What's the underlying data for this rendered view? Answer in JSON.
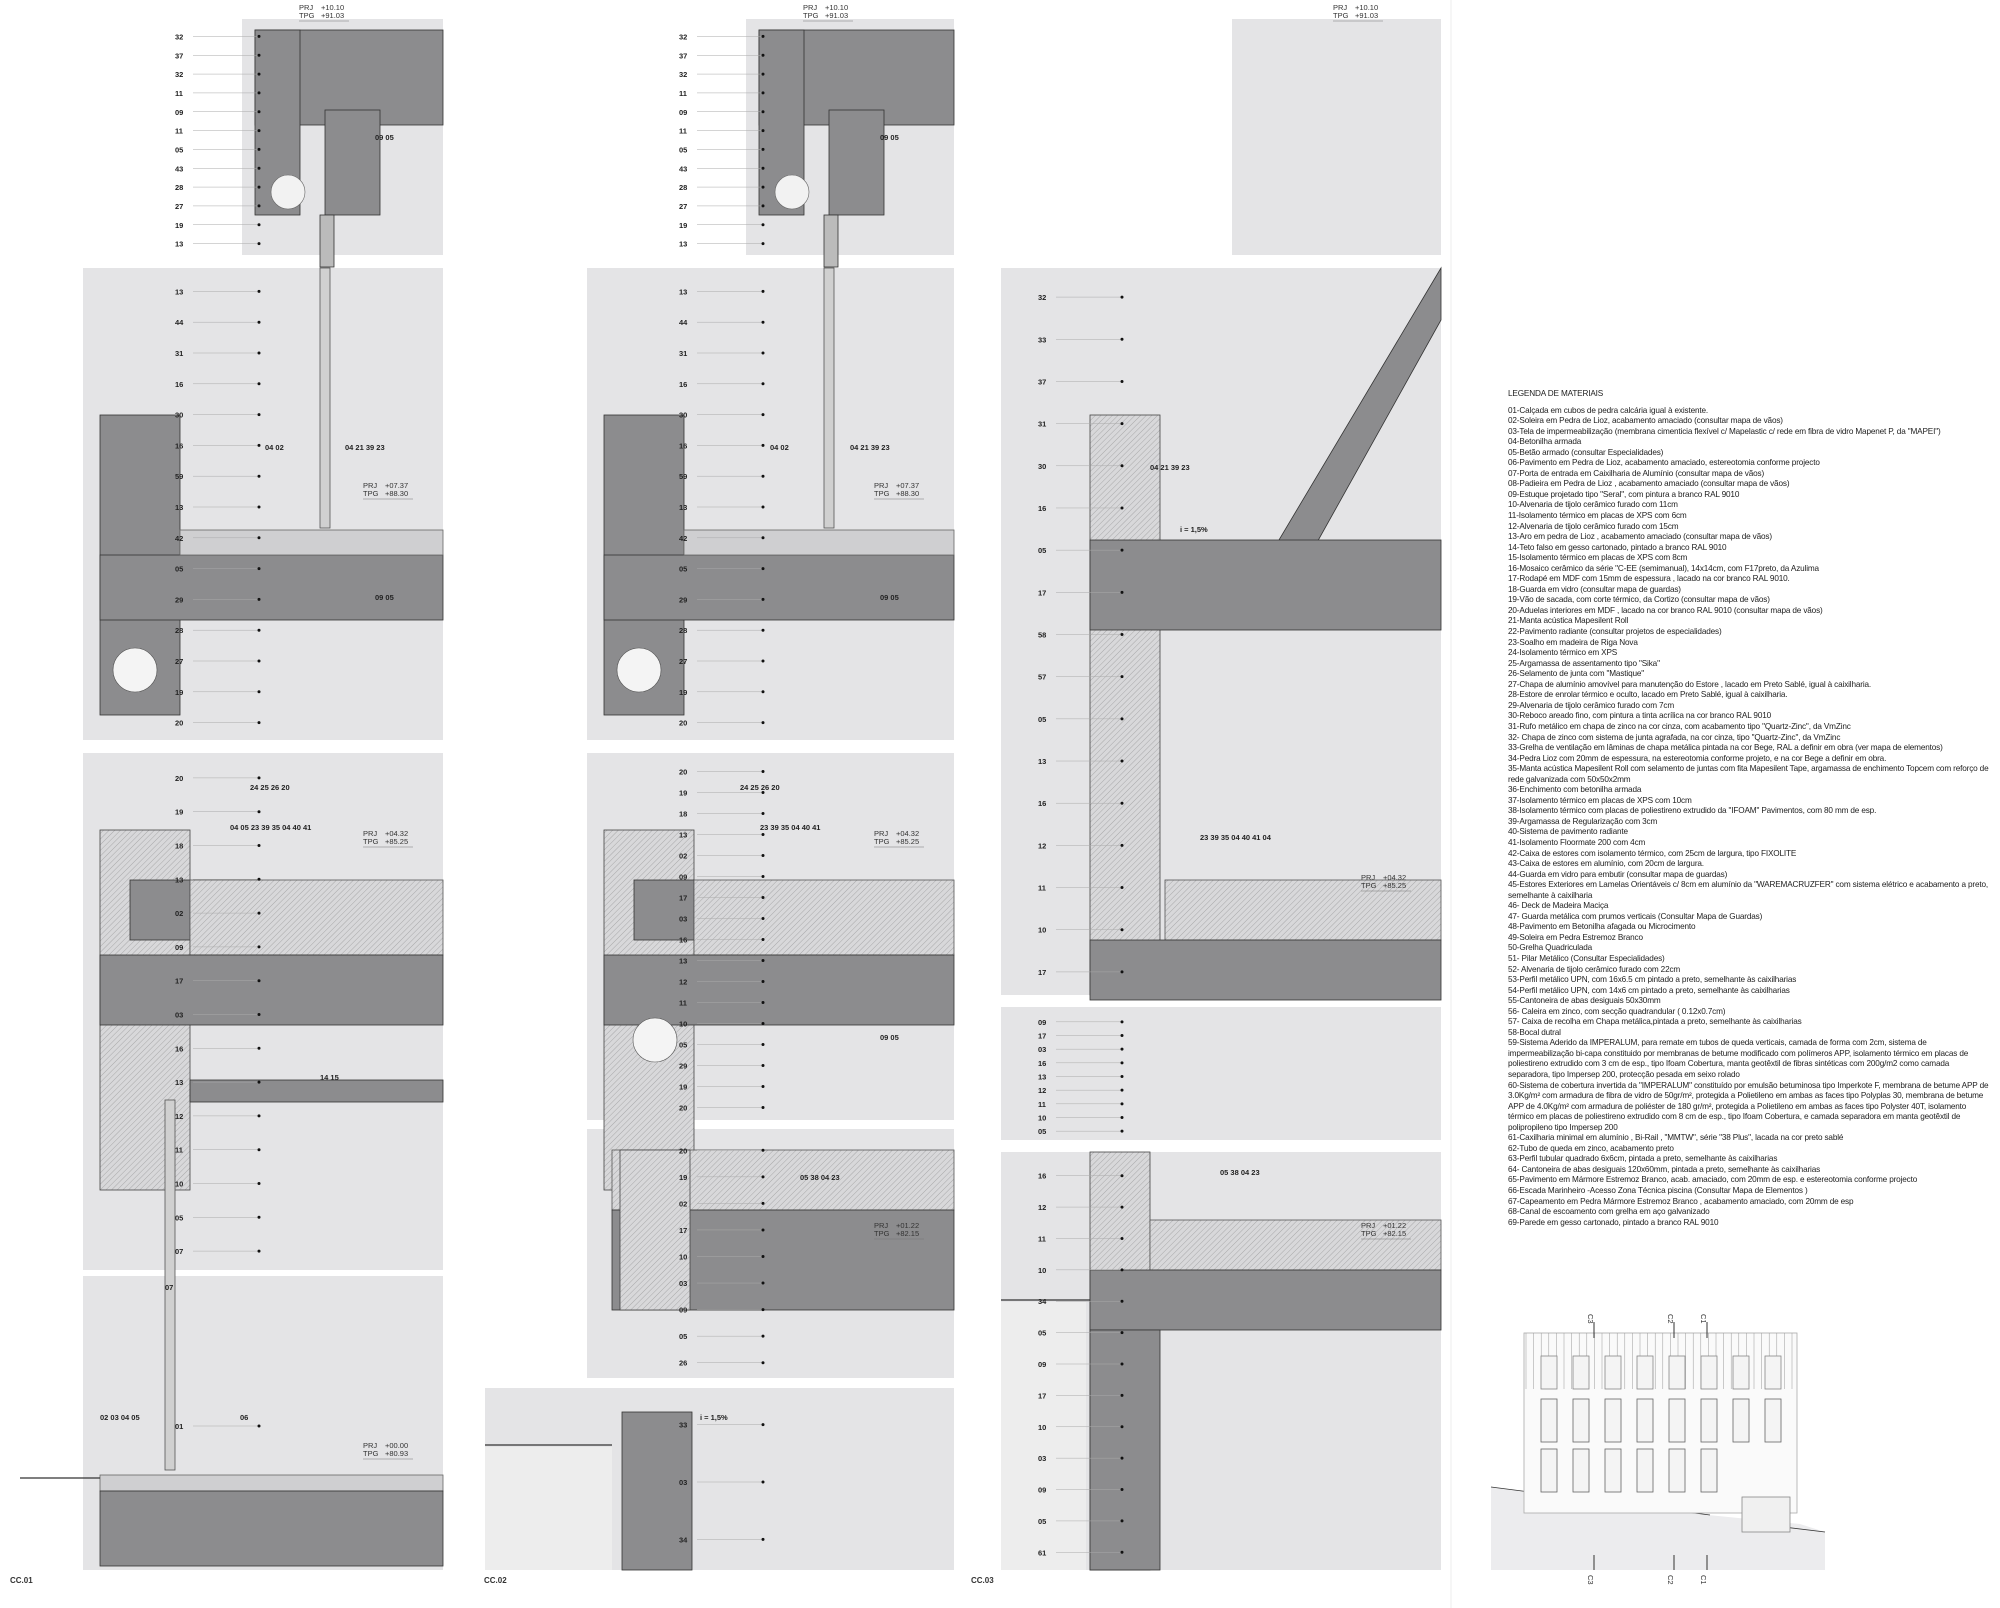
{
  "sections": [
    {
      "caption": "CC.01",
      "segments": [
        {
          "labels": [
            "32",
            "37",
            "32",
            "11",
            "09",
            "11",
            "05",
            "43",
            "28",
            "27",
            "19",
            "13"
          ]
        },
        {
          "labels": [
            "13",
            "44",
            "31",
            "16",
            "30",
            "16",
            "59",
            "13",
            "42",
            "05",
            "29",
            "28",
            "27",
            "19",
            "20"
          ]
        },
        {
          "labels": [
            "20",
            "19",
            "18",
            "13",
            "02",
            "09",
            "17",
            "03",
            "16",
            "13",
            "12",
            "11",
            "10",
            "05",
            "07"
          ]
        },
        {
          "labels": [
            "01"
          ]
        }
      ],
      "callouts": [
        "09 05",
        "04 02",
        "04 21 39 23",
        "09 05",
        "04 05 23 39 35 04 40 41",
        "14 15",
        "24 25 26 20",
        "07",
        "02 03 04 05",
        "06"
      ],
      "levels": [
        {
          "prj": "+10.10",
          "tpg": "+91.03"
        },
        {
          "prj": "+07.37",
          "tpg": "+88.30"
        },
        {
          "prj": "+04.32",
          "tpg": "+85.25"
        },
        {
          "prj": "+00.00",
          "tpg": "+80.93"
        }
      ]
    },
    {
      "caption": "CC.02",
      "segments": [
        {
          "labels": [
            "32",
            "37",
            "32",
            "11",
            "09",
            "11",
            "05",
            "43",
            "28",
            "27",
            "19",
            "13"
          ]
        },
        {
          "labels": [
            "13",
            "44",
            "31",
            "16",
            "30",
            "16",
            "59",
            "13",
            "42",
            "05",
            "29",
            "28",
            "27",
            "19",
            "20"
          ]
        },
        {
          "labels": [
            "20",
            "19",
            "18",
            "13",
            "02",
            "09",
            "17",
            "03",
            "16",
            "13",
            "12",
            "11",
            "10",
            "05",
            "29",
            "19",
            "20"
          ]
        },
        {
          "labels": [
            "20",
            "19",
            "02",
            "17",
            "10",
            "03",
            "09",
            "05",
            "26"
          ]
        },
        {
          "labels": [
            "33",
            "03",
            "34"
          ]
        }
      ],
      "callouts": [
        "09 05",
        "04 02",
        "04 21 39 23",
        "09 05",
        "23 39 35 04 40 41",
        "09 05",
        "24 25 26 20",
        "05 38 04 23",
        "i = 1,5%"
      ],
      "levels": [
        {
          "prj": "+10.10",
          "tpg": "+91.03"
        },
        {
          "prj": "+07.37",
          "tpg": "+88.30"
        },
        {
          "prj": "+04.32",
          "tpg": "+85.25"
        },
        {
          "prj": "+01.22",
          "tpg": "+82.15"
        }
      ]
    },
    {
      "caption": "CC.03",
      "segments": [
        {
          "labels": []
        },
        {
          "labels": [
            "32",
            "33",
            "37",
            "31",
            "30",
            "16",
            "05",
            "17",
            "58",
            "57",
            "05",
            "13",
            "16",
            "12",
            "11",
            "10",
            "17"
          ]
        },
        {
          "labels": [
            "09",
            "17",
            "03",
            "16",
            "13",
            "12",
            "11",
            "10",
            "05"
          ]
        },
        {
          "labels": [
            "16",
            "12",
            "11",
            "10",
            "34",
            "05",
            "09",
            "17",
            "10",
            "03",
            "09",
            "05",
            "61"
          ]
        }
      ],
      "callouts": [
        "04 21 39 23",
        "23 39 35 04 40 41 04",
        "05 38 04 23",
        "i = 1,5%"
      ],
      "levels": [
        {
          "prj": "+10.10",
          "tpg": "+91.03"
        },
        {
          "prj": "+04.32",
          "tpg": "+85.25"
        },
        {
          "prj": "+01.22",
          "tpg": "+82.15"
        }
      ]
    }
  ],
  "level_prefix": {
    "prj": "PRJ",
    "tpg": "TPG"
  },
  "elevation": {
    "section_marks": [
      "C3",
      "C2",
      "C1"
    ]
  },
  "legend": {
    "title": "LEGENDA DE MATERIAIS",
    "items": [
      "01-Calçada em cubos de pedra calcária igual à existente.",
      "02-Soleira em Pedra de Lioz, acabamento amaciado (consultar mapa de vãos)",
      "03-Tela de impermeabilização  (membrana cimenticia flexível c/ Mapelastic c/ rede em fibra de vidro Mapenet P, da \"MAPEI\")",
      "04-Betonilha armada",
      "05-Betão armado (consultar Especialidades)",
      "06-Pavimento em Pedra de Lioz, acabamento amaciado, estereotomia conforme projecto",
      "07-Porta de entrada em Caixilharia de Alumínio (consultar mapa de vãos)",
      "08-Padieira em Pedra de Lioz , acabamento amaciado (consultar mapa de vãos)",
      "09-Estuque projetado tipo \"Seral\", com pintura a branco RAL 9010",
      "10-Alvenaria de tijolo cerâmico furado com 11cm",
      "11-Isolamento térmico em placas de XPS com 6cm",
      "12-Alvenaria de tijolo cerâmico furado com 15cm",
      "13-Aro em pedra de Lioz , acabamento amaciado (consultar mapa de vãos)",
      "14-Teto falso em gesso cartonado, pintado a branco RAL 9010",
      "15-Isolamento térmico em placas de XPS com 8cm",
      "16-Mosaico cerâmico da série \"C-EE (semimanual), 14x14cm, com F17preto, da Azulima",
      "17-Rodapé em MDF com 15mm de espessura , lacado na cor branco RAL 9010.",
      "18-Guarda em vidro (consultar mapa de guardas)",
      "19-Vão de sacada, com corte térmico, da Cortizo (consultar mapa de vãos)",
      "20-Aduelas interiores em MDF , lacado na cor branco RAL 9010 (consultar mapa de vãos)",
      "21-Manta acústica Mapesilent Roll",
      "22-Pavimento radiante (consultar projetos de especialidades)",
      "23-Soalho em madeira de Riga Nova",
      "24-Isolamento térmico em XPS",
      "25-Argamassa de assentamento tipo \"Sika\"",
      "26-Selamento de junta com \"Mastique\"",
      "27-Chapa de alumínio amovível para manutenção do Estore , lacado em Preto Sablé, igual à caixilharia.",
      "28-Estore de enrolar térmico e oculto, lacado em Preto Sablé, igual à caixilharia.",
      "29-Alvenaria de tijolo cerâmico furado com 7cm",
      "30-Reboco areado fino, com pintura a tinta acrílica na cor branco RAL 9010",
      "31-Rufo metálico em chapa de zinco na cor cinza, com acabamento tipo \"Quartz-Zinc\", da VmZinc",
      "32- Chapa de zinco com sistema de junta agrafada, na cor cinza,  tipo \"Quartz-Zinc\", da VmZinc",
      "33-Grelha de ventilação em lâminas de chapa metálica pintada na cor Bege, RAL a definir em obra  (ver mapa de elementos)",
      "34-Pedra Lioz com 20mm de espessura, na estereotomia conforme projeto, e na cor Bege a definir em obra.",
      "35-Manta acústica Mapesilent Roll com selamento de juntas com fita Mapesilent Tape, argamassa de enchimento Topcem com reforço de rede galvanizada com 50x50x2mm",
      "36-Enchimento com betonilha armada",
      "37-Isolamento térmico em placas de XPS com 10cm",
      "38-Isolamento térmico com placas de poliestireno extrudido da \"IFOAM\" Pavimentos, com 80 mm de esp.",
      "39-Argamassa de Regularização com 3cm",
      "40-Sistema de pavimento radiante",
      "41-Isolamento Floormate 200 com 4cm",
      "42-Caixa de estores com isolamento térmico, com 25cm de largura, tipo FIXOLITE",
      "43-Caixa de estores em alumínio, com 20cm de largura.",
      "44-Guarda em vidro para embutir (consultar mapa de guardas)",
      "45-Estores Exteriores  em Lamelas Orientáveis c/ 8cm em alumínio da \"WAREMACRUZFER\" com sistema elétrico e acabamento a preto, semelhante à caixilharia",
      "46- Deck de Madeira Maciça",
      "47- Guarda metálica com prumos verticais (Consultar Mapa de Guardas)",
      "48-Pavimento em Betonilha afagada ou Microcimento",
      "49-Soleira em Pedra Estremoz Branco",
      "50-Grelha Quadriculada",
      "51- Pilar Metálico (Consultar Especialidades)",
      "52- Alvenaria de tijolo cerâmico furado com 22cm",
      "53-Perfil metálico UPN, com 16x6.5 cm pintado a preto, semelhante às caixilharias",
      "54-Perfil metálico UPN, com 14x6 cm pintado a preto, semelhante às caixilharias",
      "55-Cantoneira de abas desiguais 50x30mm",
      "56- Caleira em zinco, com secção quadrandular ( 0.12x0.7cm)",
      "57- Caixa de recolha em Chapa metálica,pintada a preto, semelhante às caixilharias",
      "58-Bocal dutral",
      "59-Sistema Aderido da IMPERALUM, para remate em tubos de queda verticais, camada de forma com 2cm, sistema de impermeabilização bi-capa constituido por membranas de betume modificado com polímeros APP, isolamento térmico em placas de poliestireno extrudido com 3 cm de esp., tipo Ifoam Cobertura, manta geotêxtil de fibras sintéticas com 200g/m2 como camada separadora, tipo Impersep 200, protecção pesada em seixo rolado",
      "60-Sistema de cobertura invertida  da \"IMPERALUM\" constituído por emulsão betuminosa tipo Imperkote F, membrana de betume APP de 3.0Kg/m² com armadura de fibra de vidro de 50gr/m², protegida a Polietileno em ambas as faces tipo Polyplas 30, membrana de betume APP de 4.0Kg/m² com armadura de poliéster de 180 gr/m², protegida a Polietileno em ambas as faces tipo Polyster 40T, isolamento térmico em placas de poliestireno extrudido com 8 cm de esp., tipo Ifoam Cobertura, e camada separadora em manta geotêxtil de polipropileno tipo Impersep 200",
      "61-Caxilharia minimal em alumínio , Bi-Rail , \"MMTW\", série \"38 Plus\", lacada na cor preto sablé",
      "62-Tubo de queda em zinco, acabamento preto",
      "63-Perfil tubular quadrado 6x6cm, pintada a preto, semelhante às caixilharias",
      "64- Cantoneira de abas desiguais 120x60mm, pintada a preto, semelhante às caixilharias",
      "65-Pavimento em Mármore Estremoz Branco, acab. amaciado, com 20mm de esp. e estereotomia conforme projecto",
      "66-Escada Marinheiro -Acesso Zona Técnica piscina (Consultar Mapa de Elementos )",
      "67-Capeamento em Pedra Mármore Estremoz Branco , acabamento amaciado, com 20mm de esp",
      "68-Canal de escoamento com grelha em aço galvanizado",
      "69-Parede em gesso cartonado, pintado a branco RAL 9010"
    ]
  },
  "colors": {
    "panel": "#e4e4e6",
    "concrete": "#8c8c8e",
    "layer": "#cfcfd1",
    "line": "#555555"
  }
}
